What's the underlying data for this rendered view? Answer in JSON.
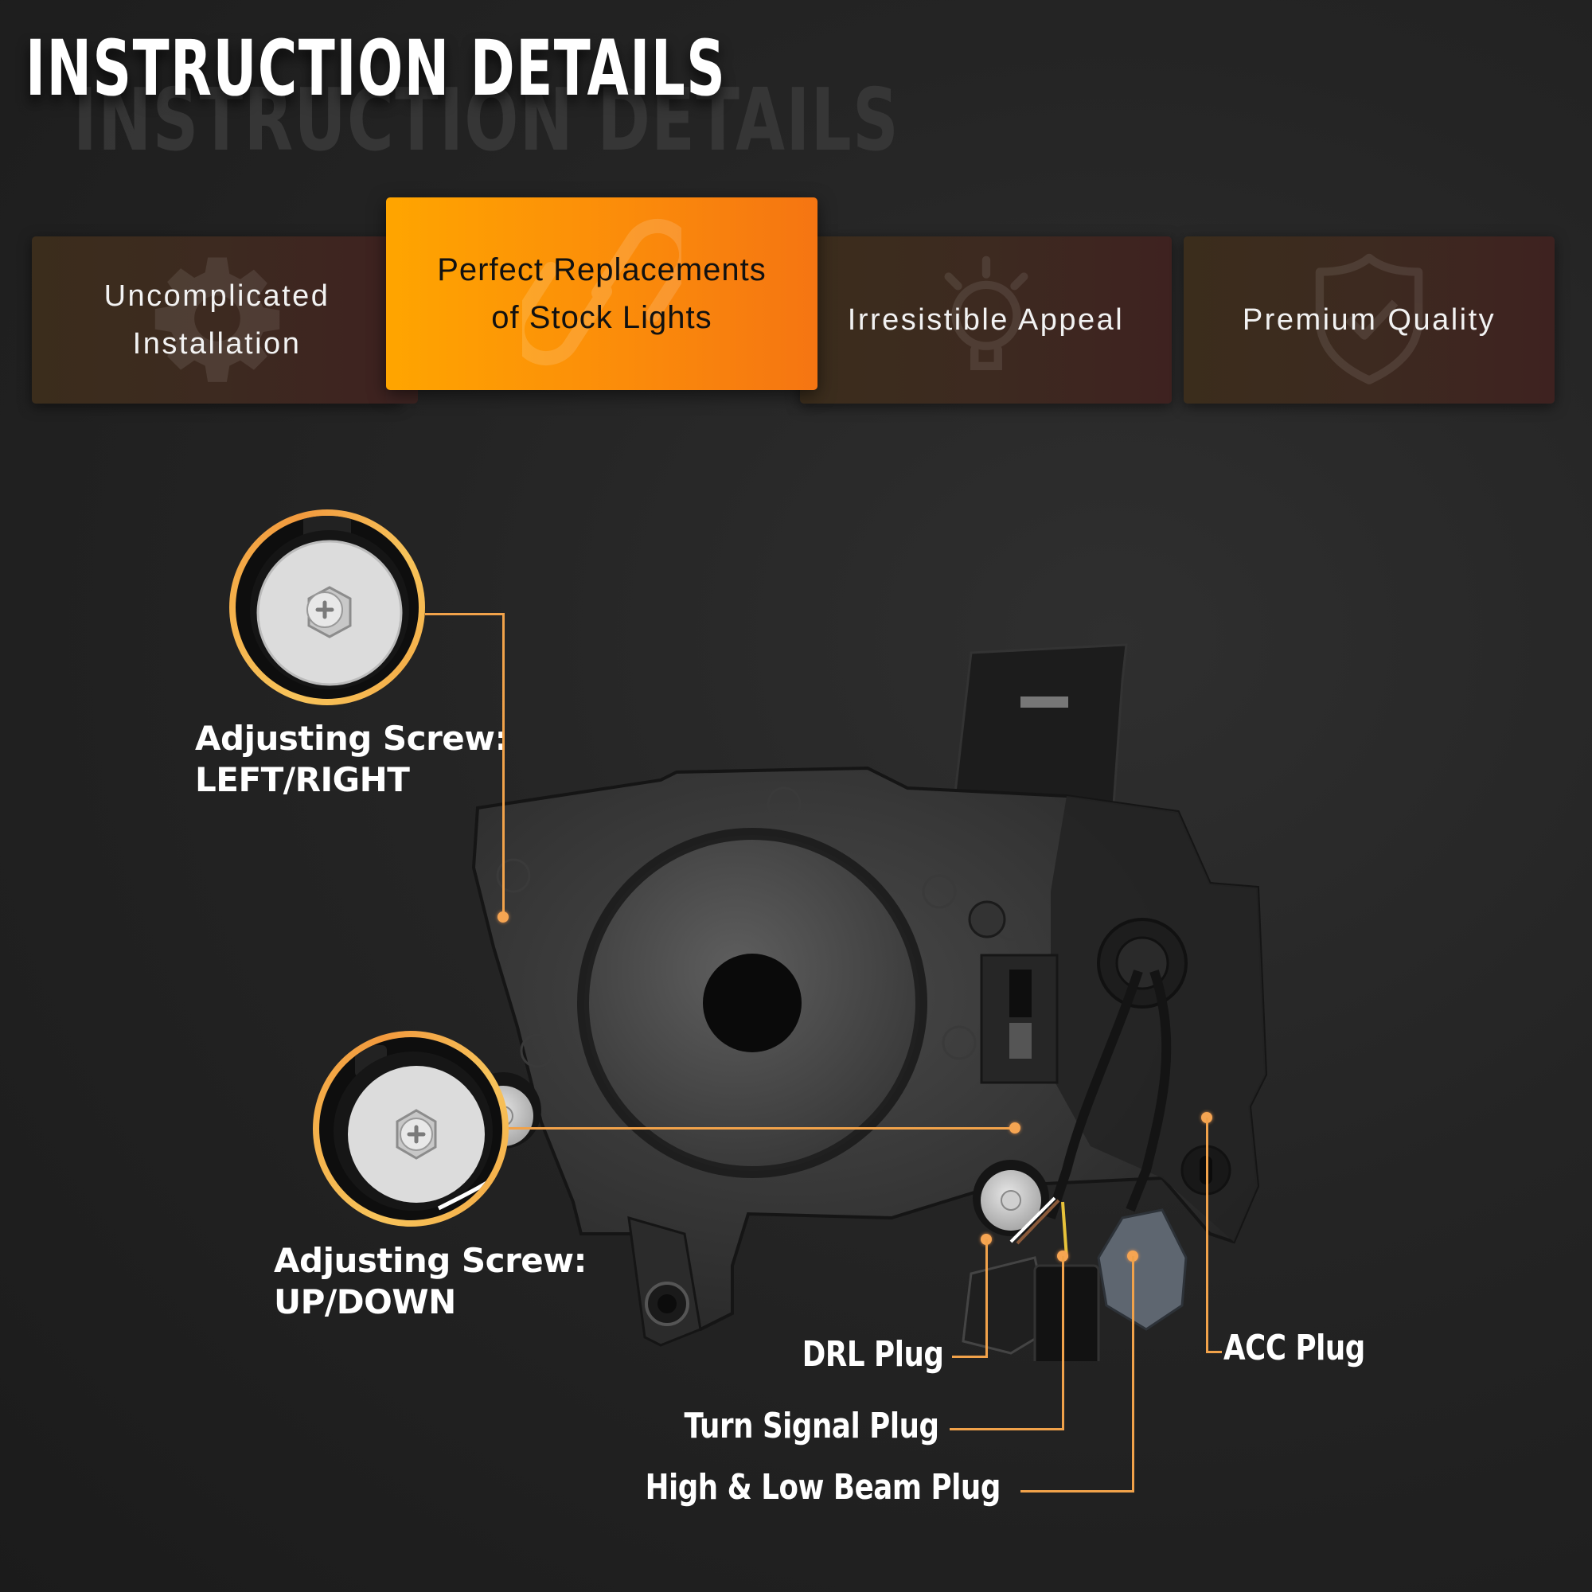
{
  "header": {
    "title": "INSTRUCTION DETAILS",
    "title_ghost": "INSTRUCTION DETAILS"
  },
  "feature_cards": [
    {
      "label_line1": "Uncomplicated",
      "label_line2": "Installation",
      "icon": "gear-icon",
      "active": false
    },
    {
      "label_line1": "Perfect Replacements",
      "label_line2": "of Stock Lights",
      "icon": "link-icon",
      "active": true
    },
    {
      "label_line1": "Irresistible Appeal",
      "label_line2": "",
      "icon": "lightbulb-icon",
      "active": false
    },
    {
      "label_line1": "Premium Quality",
      "label_line2": "",
      "icon": "shield-check-icon",
      "active": false
    }
  ],
  "callouts": {
    "screw_left_right": {
      "line1": "Adjusting Screw:",
      "line2": "LEFT/RIGHT"
    },
    "screw_up_down": {
      "line1": "Adjusting Screw:",
      "line2": "UP/DOWN"
    }
  },
  "plugs": {
    "drl": "DRL Plug",
    "turn_signal": "Turn Signal Plug",
    "high_low_beam": "High & Low Beam Plug",
    "acc": "ACC Plug"
  },
  "colors": {
    "accent_orange": "#f1a24a",
    "active_card_start": "#ffa500",
    "active_card_end": "#f57512",
    "background": "#232323"
  }
}
